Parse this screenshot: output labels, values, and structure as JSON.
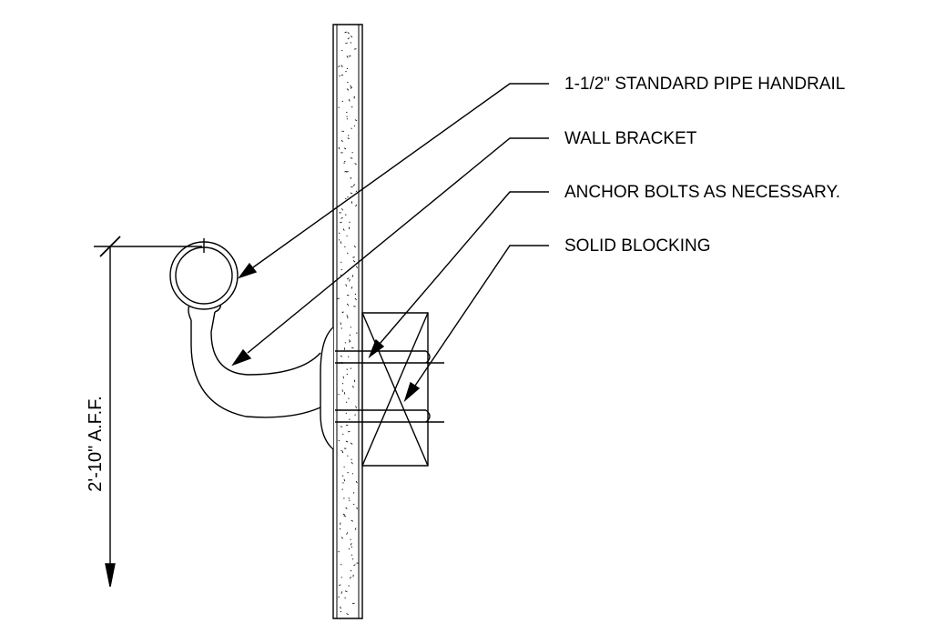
{
  "labels": {
    "handrail": "1-1/2\" STANDARD PIPE HANDRAIL",
    "bracket": "WALL BRACKET",
    "bolts": "ANCHOR BOLTS AS NECESSARY.",
    "blocking": "SOLID BLOCKING"
  },
  "dimension": {
    "height": "2'-10\" A.F.F."
  },
  "colors": {
    "ink": "#000000",
    "background": "#ffffff"
  }
}
